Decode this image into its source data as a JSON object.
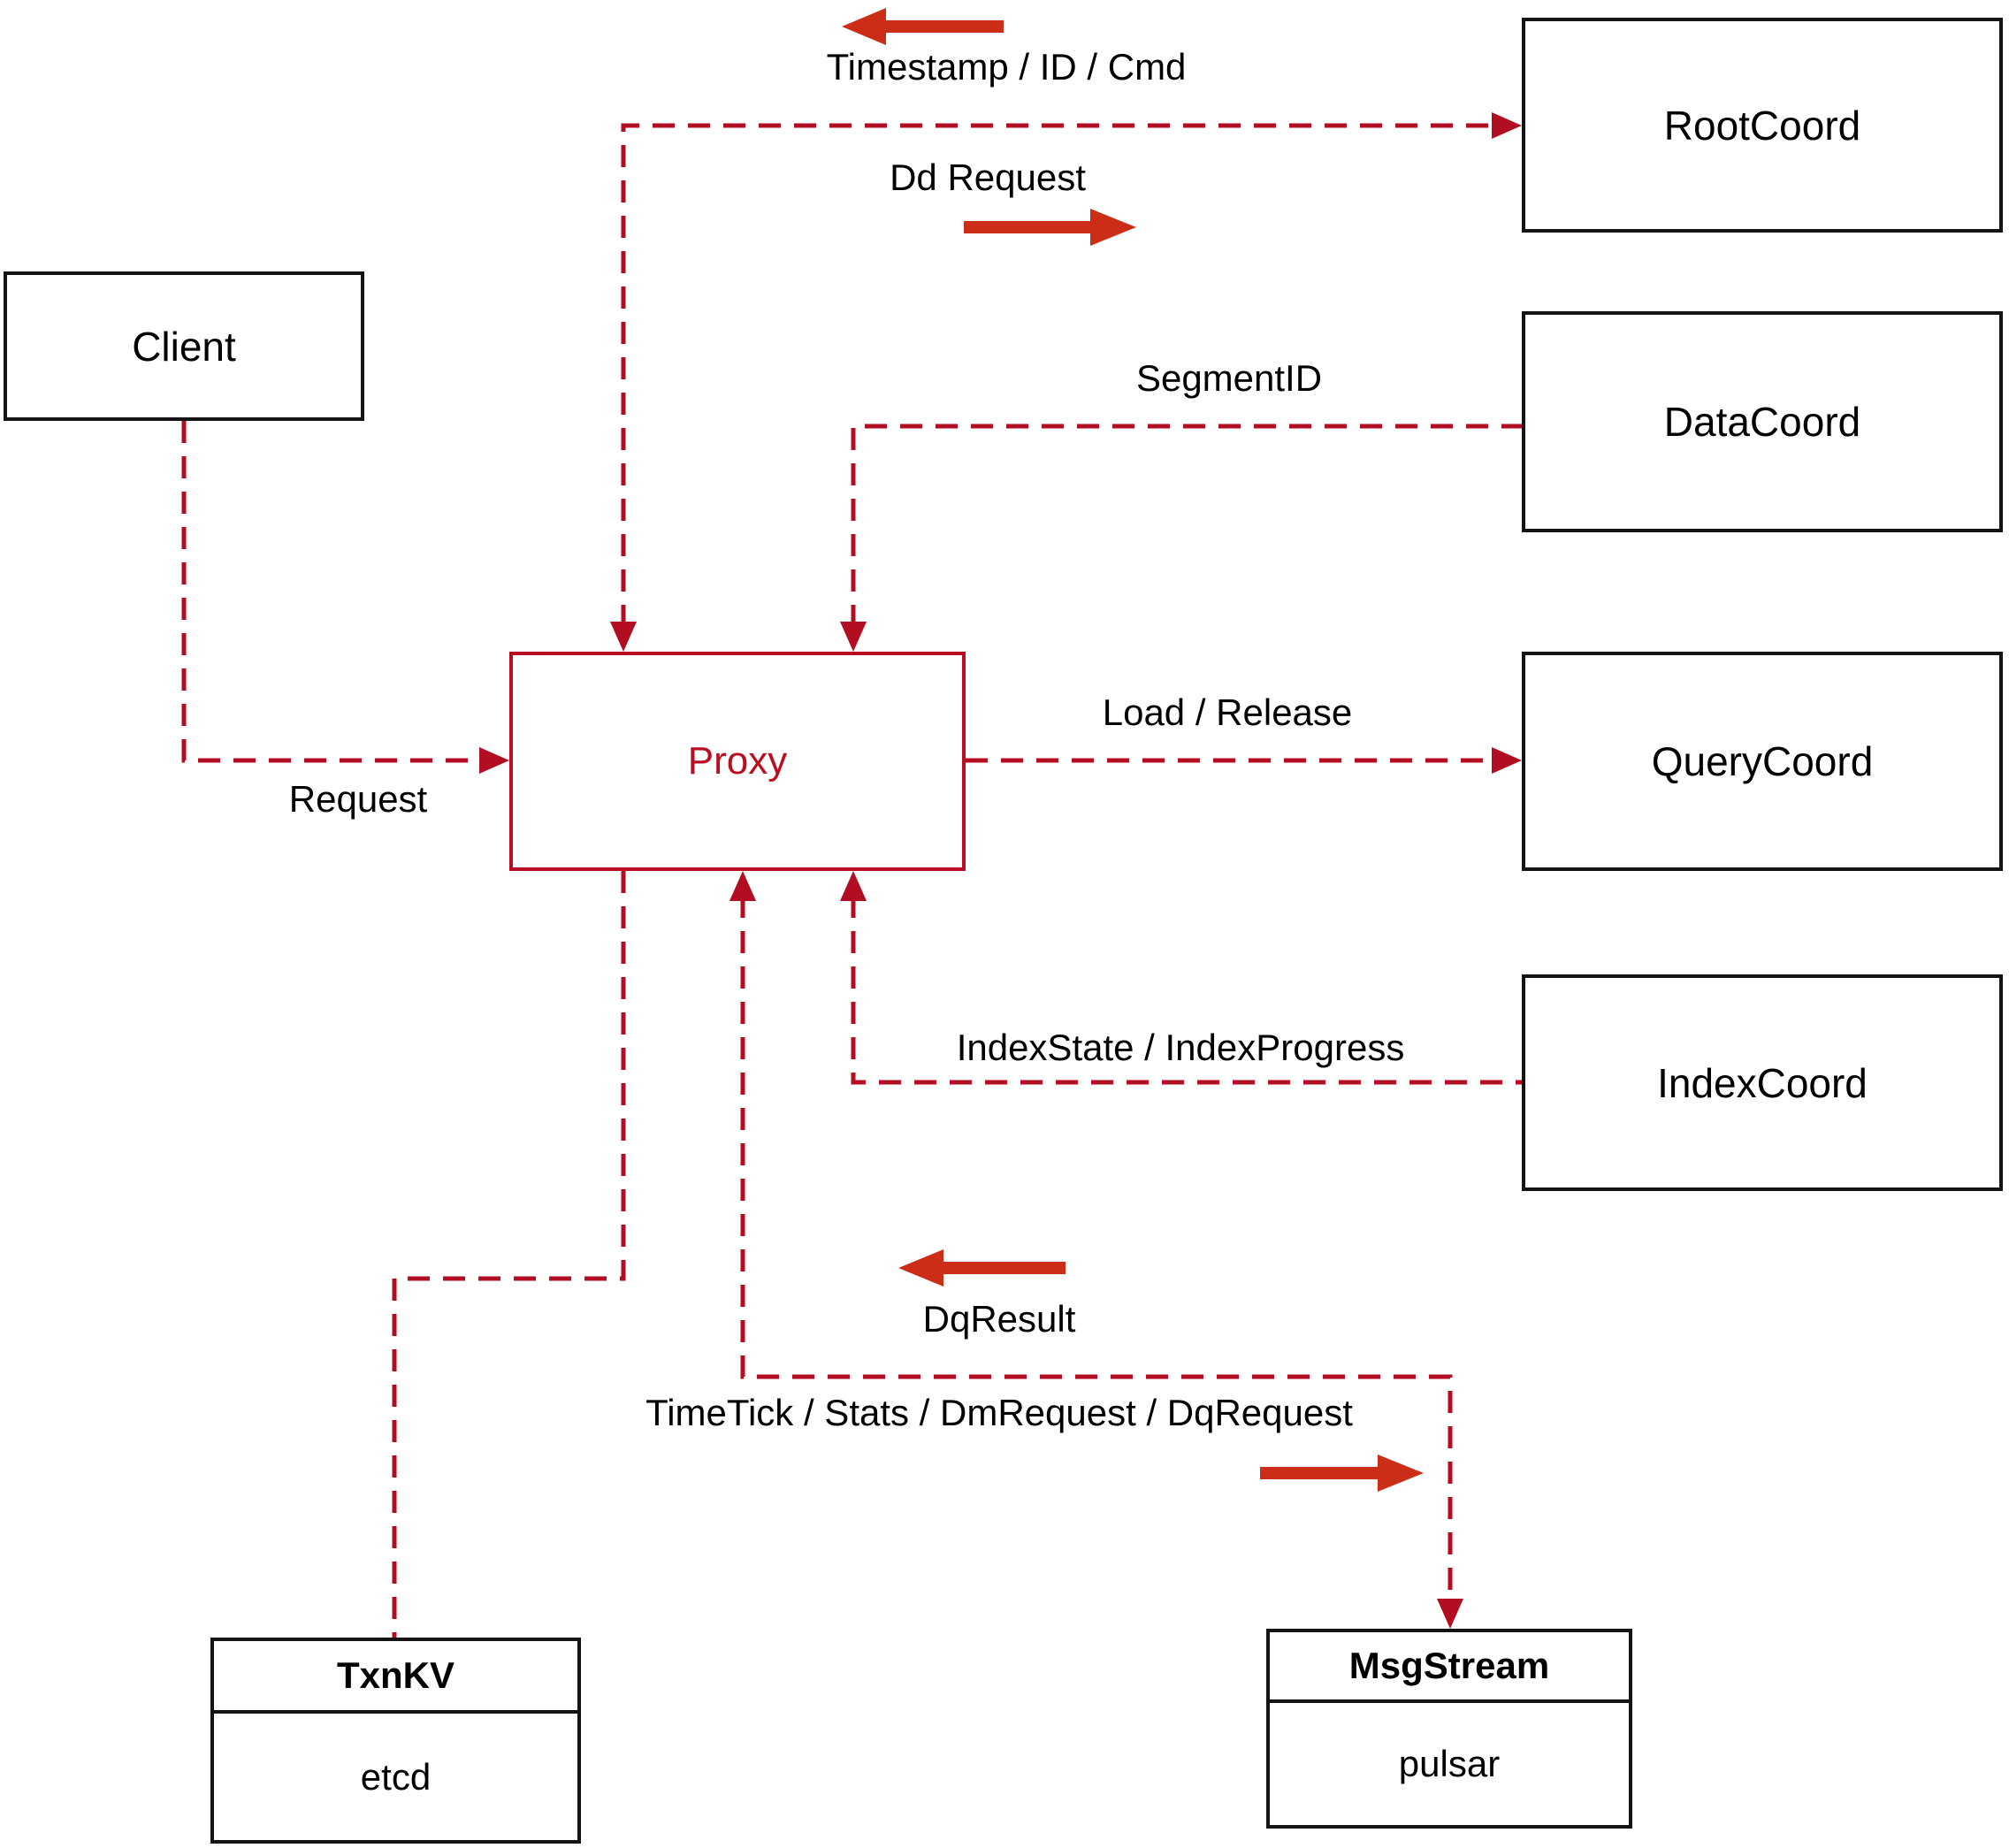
{
  "nodes": {
    "client": {
      "label": "Client"
    },
    "proxy": {
      "label": "Proxy"
    },
    "rootcoord": {
      "label": "RootCoord"
    },
    "datacoord": {
      "label": "DataCoord"
    },
    "querycoord": {
      "label": "QueryCoord"
    },
    "indexcoord": {
      "label": "IndexCoord"
    },
    "txnkv": {
      "title": "TxnKV",
      "subtitle": "etcd"
    },
    "msgstream": {
      "title": "MsgStream",
      "subtitle": "pulsar"
    }
  },
  "edge_labels": {
    "timestamp": "Timestamp / ID / Cmd",
    "dd_request": "Dd Request",
    "segment_id": "SegmentID",
    "load_release": "Load / Release",
    "request": "Request",
    "index_state": "IndexState / IndexProgress",
    "dq_result": "DqResult",
    "timetick": "TimeTick / Stats / DmRequest / DqRequest"
  },
  "colors": {
    "line": "#b20d21",
    "arrow": "#cb2d16",
    "proxy": "#b90d21",
    "box_border": "#141414",
    "text": "#000000",
    "background": "#ffffff"
  }
}
